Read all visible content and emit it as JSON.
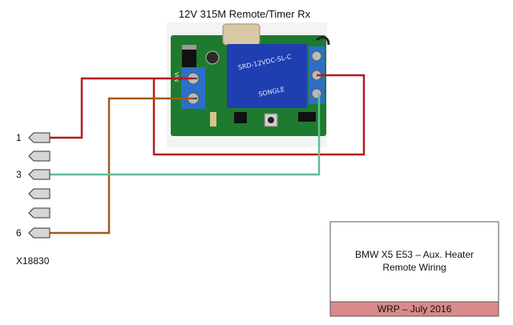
{
  "diagram": {
    "title": "12V 315M Remote/Timer Rx",
    "connector_id": "X18830",
    "pins": [
      {
        "label": "1"
      },
      {
        "label": ""
      },
      {
        "label": "3"
      },
      {
        "label": ""
      },
      {
        "label": ""
      },
      {
        "label": "6"
      }
    ],
    "info_box": {
      "line1": "BMW X5 E53 – Aux. Heater",
      "line2": "Remote Wiring",
      "footer": "WRP – July 2016"
    },
    "board": {
      "relay_line1": "SRD-12VDC-SL-C",
      "relay_line2": "SONGLE",
      "silk_vin": "VIN"
    },
    "colors": {
      "red_wire": "#b31b1b",
      "brown_wire": "#a45a18",
      "green_wire": "#5fbf95",
      "footer_band": "#d98a8a",
      "pcb": "#1e7a2e",
      "relay": "#1f3fb0",
      "terminal": "#2d6ec9"
    }
  }
}
